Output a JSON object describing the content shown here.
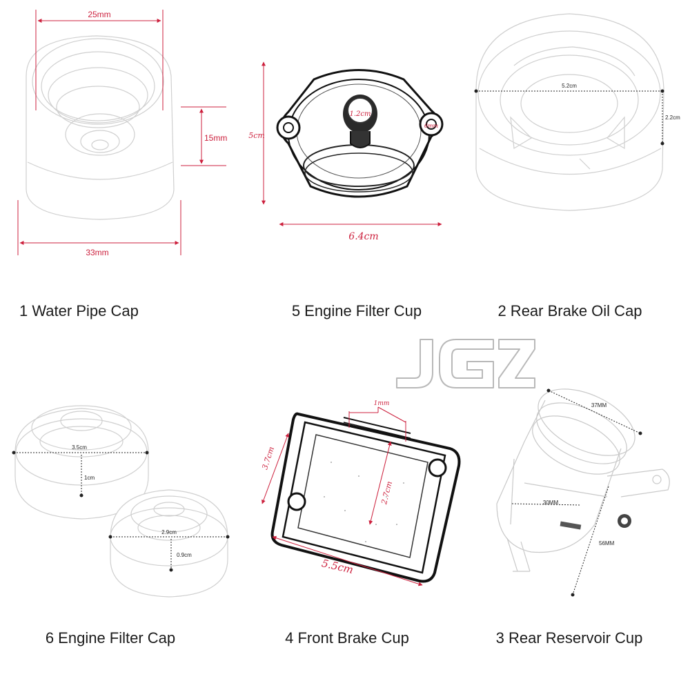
{
  "captions": {
    "water_pipe_cap": "1 Water Pipe Cap",
    "engine_filter_cup": "5 Engine Filter Cup",
    "rear_brake_oil_cap": "2 Rear Brake Oil Cap",
    "engine_filter_cap": "6 Engine Filter Cap",
    "front_brake_cup": "4 Front Brake Cup",
    "rear_reservoir_cup": "3 Rear Reservoir Cup"
  },
  "dims": {
    "water_top": "25mm",
    "water_side": "15mm",
    "water_bottom": "33mm",
    "filter_cup_height": "5cm",
    "filter_cup_width": "6.4cm",
    "filter_cup_center": "1.2cm",
    "filter_cup_hole": "6mm",
    "oil_cap_width": "5.2cm",
    "oil_cap_height": "2.2cm",
    "filter_cap_big_w": "3.5cm",
    "filter_cap_big_h": "1cm",
    "filter_cap_small_w": "2.9cm",
    "filter_cap_small_h": "0.9cm",
    "front_brake_top": "1mm",
    "front_brake_side": "3.7cm",
    "front_brake_inner": "2.7cm",
    "front_brake_bottom": "5.5cm",
    "reservoir_top": "37MM",
    "reservoir_mid": "30MM",
    "reservoir_side": "56MM"
  },
  "logo": {
    "text": "JGZ"
  },
  "colors": {
    "dimension_red": "#cc1f3c",
    "outline": "#c8c8c8",
    "dark_part": "#222222"
  }
}
